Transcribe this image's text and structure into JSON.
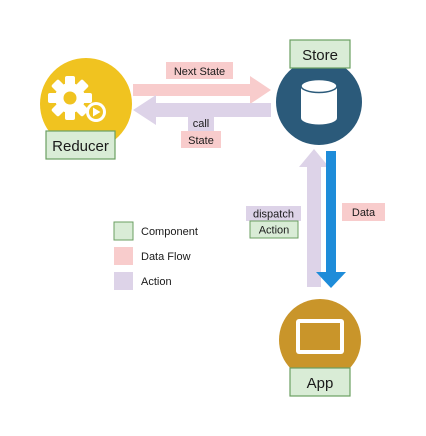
{
  "nodes": {
    "reducer": {
      "label": "Reducer",
      "icon": "gear-play-icon"
    },
    "store": {
      "label": "Store",
      "icon": "database-icon"
    },
    "app": {
      "label": "App",
      "icon": "monitor-icon"
    }
  },
  "edges": {
    "next_state": "Next State",
    "call_state_line1": "call",
    "call_state_line2": "State",
    "dispatch_line1": "dispatch",
    "dispatch_line2": "Action",
    "data": "Data"
  },
  "legend": {
    "component": "Component",
    "data_flow": "Data Flow",
    "action": "Action"
  },
  "colors": {
    "reducer_circle": "#f0c320",
    "store_circle": "#2b5a7a",
    "app_circle": "#c9952a",
    "component_fill": "#d9ecd6",
    "component_border": "#6b9f62",
    "data_flow": "#f8cccc",
    "action": "#ddd3e8",
    "data_arrow": "#1e8cd9"
  }
}
